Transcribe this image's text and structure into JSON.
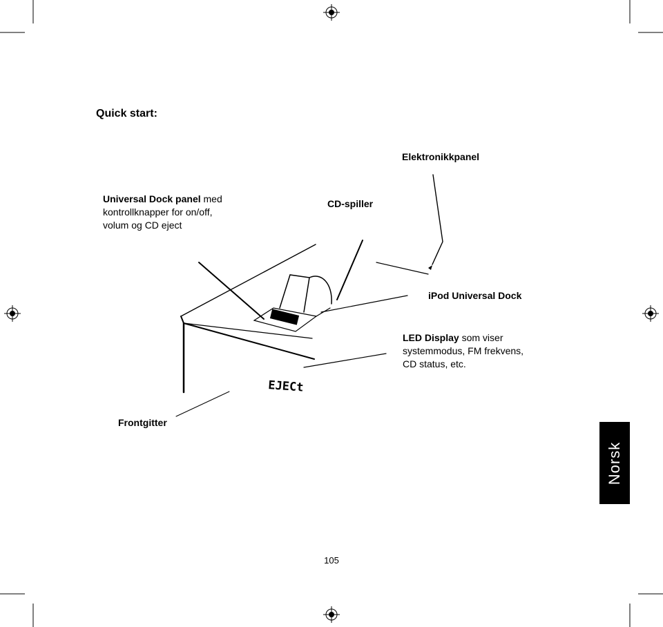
{
  "page": {
    "heading": "Quick start:",
    "page_number": "105",
    "language_tab": "Norsk"
  },
  "labels": {
    "elektronikkpanel": "Elektronikkpanel",
    "dock_panel_bold": "Universal Dock panel",
    "dock_panel_rest_1": " med",
    "dock_panel_line_2": "kontrollknapper for on/off,",
    "dock_panel_line_3": "volum og CD eject",
    "cd_spiller": "CD-spiller",
    "ipod_dock": "iPod Universal Dock",
    "led_bold": "LED Display",
    "led_rest_1": " som viser",
    "led_line_2": "systemmodus, FM frekvens,",
    "led_line_3": "CD status, etc.",
    "frontgitter": "Frontgitter"
  },
  "device": {
    "display_text": "EJECt"
  }
}
